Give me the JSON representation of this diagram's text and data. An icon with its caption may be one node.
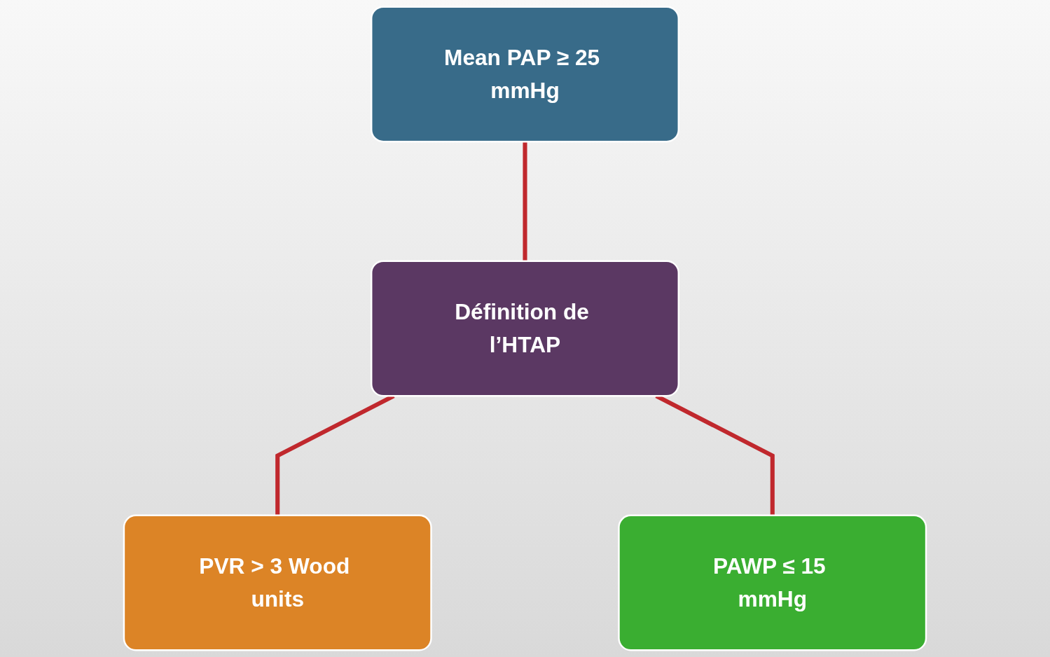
{
  "diagram": {
    "nodes": [
      {
        "text": [
          "Mean PAP ≥ 25 mmHg"
        ]
      },
      {
        "text": [
          "Définition de l’HTAP"
        ]
      },
      {
        "text": [
          "PVR > 3 Wood units"
        ]
      },
      {
        "text": [
          "PAWP ≤ 15 mmHg"
        ]
      }
    ],
    "edges": [
      {
        "from": 0,
        "to": 1,
        "arrow": "none"
      },
      {
        "from": 1,
        "to": 2,
        "arrow": "none"
      },
      {
        "from": 1,
        "to": 3,
        "arrow": "none"
      }
    ]
  }
}
